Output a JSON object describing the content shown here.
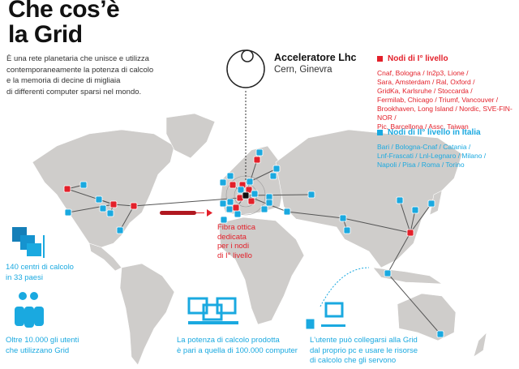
{
  "title": {
    "line1": "Che cos’è",
    "line2": "la   Grid"
  },
  "intro": [
    "È una rete planetaria che unisce e utilizza",
    "contemporaneamente la potenza di calcolo",
    "e la memoria di decine di migliaia",
    "di differenti computer sparsi nel mondo."
  ],
  "lhc": {
    "name": "Acceleratore Lhc",
    "place": "Cern, Ginevra"
  },
  "legend": {
    "tier1": {
      "heading": "Nodi di I° livello",
      "color": "#e3202a",
      "lines": [
        "Cnaf, Bologna / In2p3, Lione /",
        "Sara, Amsterdam / Ral, Oxford /",
        "GridKa, Karlsruhe / Stoccarda /",
        "Fermilab, Chicago / Triumf, Vancouver /",
        "Brookhaven, Long Island / Nordic, SVE-FIN-NOR /",
        "Pic, Barcellona / Assc, Taiwan"
      ]
    },
    "tier2": {
      "heading": "Nodi di II° livello in Italia",
      "color": "#1aa9e0",
      "lines": [
        "Bari / Bologna-Cnaf / Catania /",
        "Lnf-Frascati / Lnl-Legnaro / Milano /",
        "Napoli / Pisa / Roma / Torino"
      ]
    }
  },
  "fibra": [
    "Fibra ottica",
    "dedicata",
    "per i nodi",
    "di I° livello"
  ],
  "stats": {
    "centri": [
      "140 centri di calcolo",
      "in 33 paesi"
    ],
    "utenti": [
      "Oltre 10.000 gli utenti",
      "che utilizzano Grid"
    ],
    "potenza": [
      "La potenza di calcolo prodotta",
      "è pari a quella di 100.000 computer"
    ],
    "utente": [
      "L'utente può collegarsi alla Grid",
      "dal proprio pc e usare le risorse",
      "di calcolo che gli servono"
    ]
  }
}
